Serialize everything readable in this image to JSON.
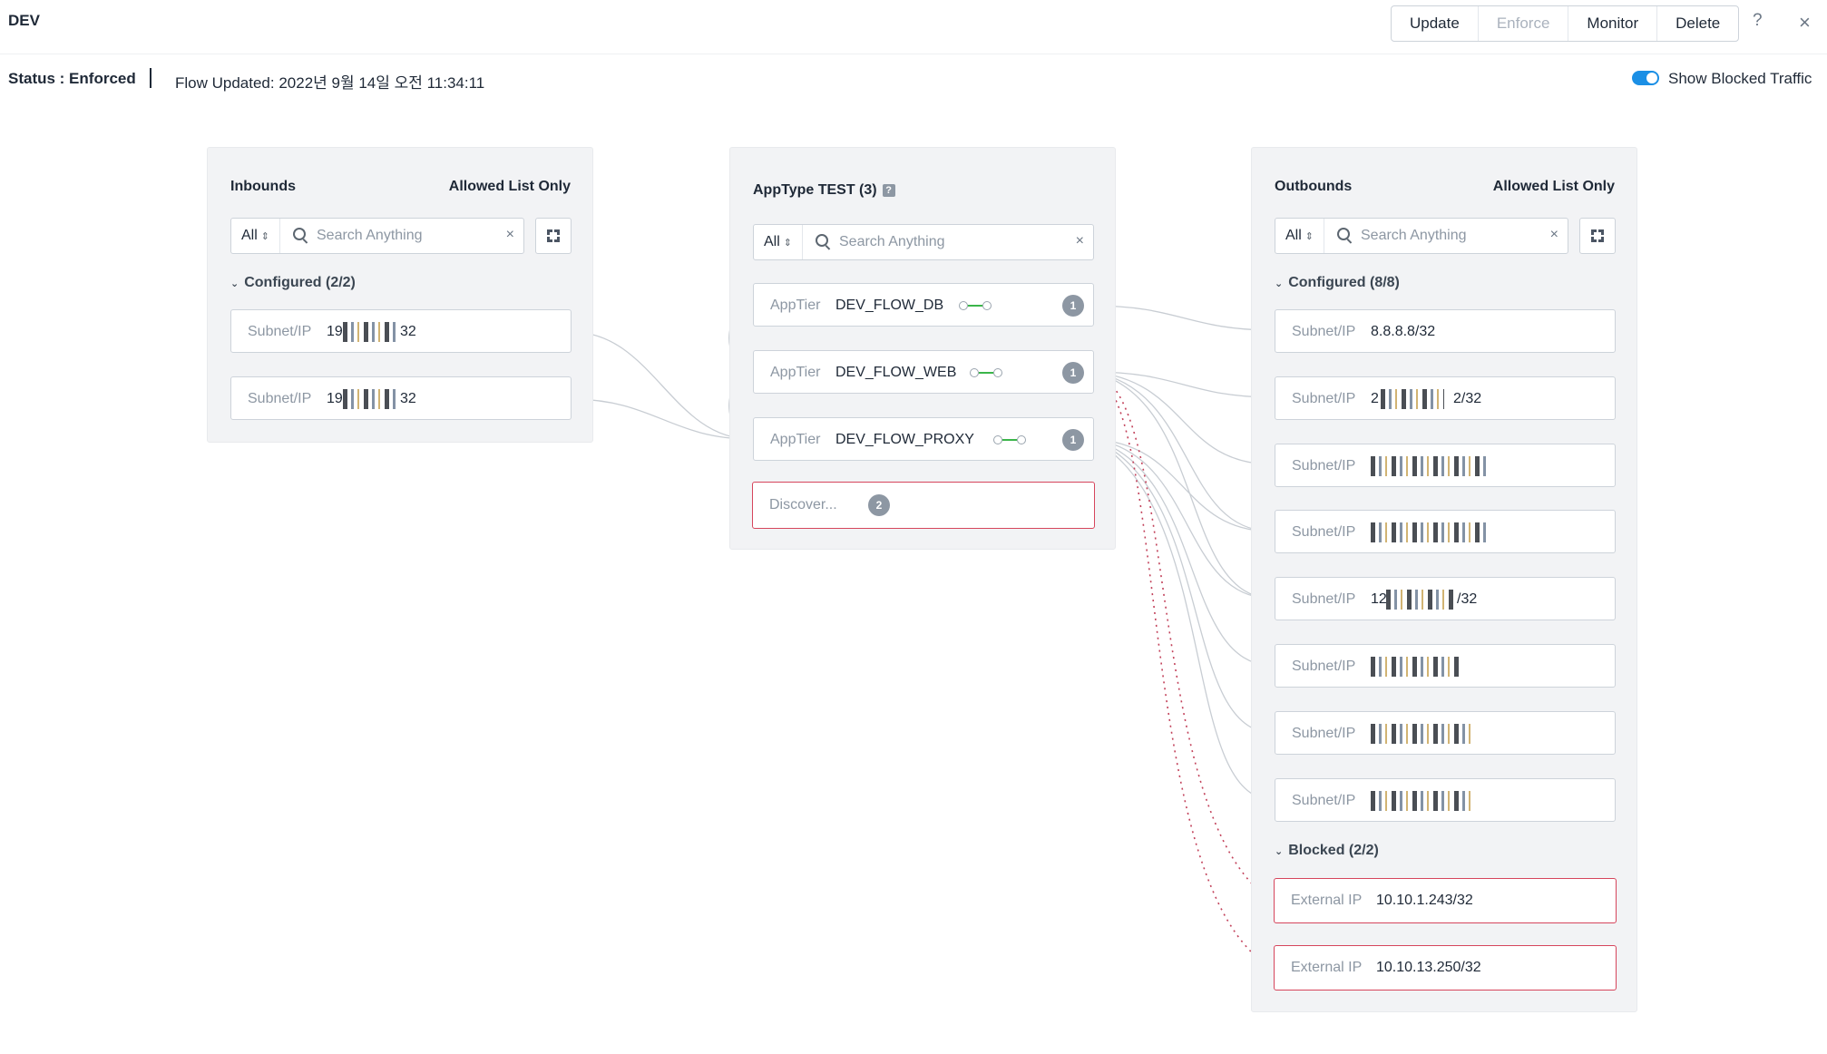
{
  "header": {
    "title": "DEV",
    "buttons": {
      "update": "Update",
      "enforce": "Enforce",
      "monitor": "Monitor",
      "delete": "Delete"
    },
    "help": "?",
    "close": "×"
  },
  "status": {
    "label": "Status : Enforced",
    "separator": "|",
    "flow_updated": "Flow Updated: 2022년 9월 14일 오전 11:34:11",
    "toggle_label": "Show Blocked Traffic",
    "toggle_on": true
  },
  "inbounds": {
    "title": "Inbounds",
    "mode": "Allowed List Only",
    "filter": "All",
    "search_placeholder": "Search Anything",
    "configured_label": "Configured (2/2)",
    "entries": [
      {
        "type": "Subnet/IP",
        "prefix": "19",
        "suffix": "32"
      },
      {
        "type": "Subnet/IP",
        "prefix": "19",
        "suffix": "32"
      }
    ]
  },
  "apptype": {
    "title": "AppType TEST (3)",
    "info_icon": "?",
    "filter": "All",
    "search_placeholder": "Search Anything",
    "tiers": [
      {
        "type": "AppTier",
        "name": "DEV_FLOW_DB",
        "count": "1"
      },
      {
        "type": "AppTier",
        "name": "DEV_FLOW_WEB",
        "count": "1"
      },
      {
        "type": "AppTier",
        "name": "DEV_FLOW_PROXY",
        "count": "1"
      }
    ],
    "discover_label": "Discover...",
    "discover_count": "2"
  },
  "outbounds": {
    "title": "Outbounds",
    "mode": "Allowed List Only",
    "filter": "All",
    "search_placeholder": "Search Anything",
    "configured_label": "Configured (8/8)",
    "entries": [
      {
        "type": "Subnet/IP",
        "value": "8.8.8.8/32"
      },
      {
        "type": "Subnet/IP",
        "value": "2",
        "suffix": "2/32"
      },
      {
        "type": "Subnet/IP",
        "value": ""
      },
      {
        "type": "Subnet/IP",
        "value": ""
      },
      {
        "type": "Subnet/IP",
        "value": "12",
        "suffix": "/32"
      },
      {
        "type": "Subnet/IP",
        "value": ""
      },
      {
        "type": "Subnet/IP",
        "value": ""
      },
      {
        "type": "Subnet/IP",
        "value": ""
      }
    ],
    "blocked_label": "Blocked (2/2)",
    "blocked": [
      {
        "type": "External IP",
        "value": "10.10.1.243/32"
      },
      {
        "type": "External IP",
        "value": "10.10.13.250/32"
      }
    ]
  },
  "colors": {
    "accent": "#1b8fe5",
    "blocked_border": "#d6455c",
    "panel_bg": "#f2f3f5",
    "link_line": "#c8cdd3",
    "blocked_link": "#c2415a"
  }
}
